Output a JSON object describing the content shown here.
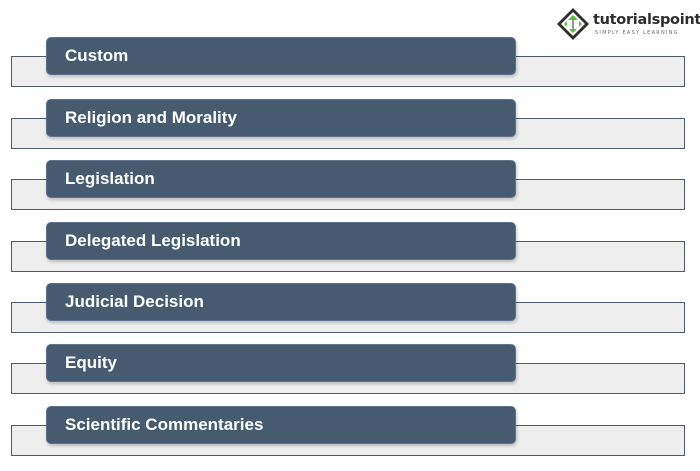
{
  "logo": {
    "wordmark": "tutorialspoint",
    "tagline": "SIMPLY EASY LEARNING"
  },
  "colors": {
    "bar_fill": "#465a70",
    "bar_border": "#5f7289",
    "strip_fill": "#eeeeef",
    "strip_border": "#4d5a6b",
    "logo_green": "#5bbd3a"
  },
  "items": [
    {
      "label": "Custom"
    },
    {
      "label": "Religion and Morality"
    },
    {
      "label": "Legislation"
    },
    {
      "label": "Delegated Legislation"
    },
    {
      "label": "Judicial Decision"
    },
    {
      "label": "Equity"
    },
    {
      "label": "Scientific Commentaries"
    }
  ]
}
